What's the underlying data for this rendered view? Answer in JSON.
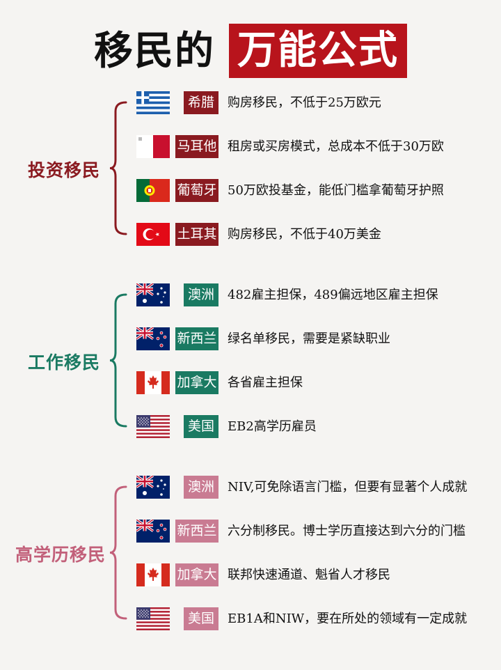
{
  "title": {
    "left": "移民的",
    "right": "万能公式"
  },
  "groups": [
    {
      "label": "投资移民",
      "color": "#8a1a20",
      "tag_color": "#8a1a20",
      "items": [
        {
          "flag": "greece-flag",
          "country": "希腊",
          "desc": "购房移民，不低于25万欧元"
        },
        {
          "flag": "malta-flag",
          "country": "马耳他",
          "desc": "租房或买房模式，总成本不低于30万欧"
        },
        {
          "flag": "portugal-flag",
          "country": "葡萄牙",
          "desc": "50万欧投基金，能低门槛拿葡萄牙护照"
        },
        {
          "flag": "turkey-flag",
          "country": "土耳其",
          "desc": "购房移民，不低于40万美金"
        }
      ]
    },
    {
      "label": "工作移民",
      "color": "#1a7a62",
      "tag_color": "#1a7a62",
      "items": [
        {
          "flag": "australia-flag",
          "country": "澳洲",
          "desc": "482雇主担保，489偏远地区雇主担保"
        },
        {
          "flag": "new-zealand-flag",
          "country": "新西兰",
          "desc": "绿名单移民，需要是紧缺职业"
        },
        {
          "flag": "canada-flag",
          "country": "加拿大",
          "desc": "各省雇主担保"
        },
        {
          "flag": "usa-flag",
          "country": "美国",
          "desc": "EB2高学历雇员"
        }
      ]
    },
    {
      "label": "高学历移民",
      "color": "#c2607a",
      "tag_color": "#c97b92",
      "items": [
        {
          "flag": "australia-flag",
          "country": "澳洲",
          "desc": "NIV,可免除语言门槛，但要有显著个人成就"
        },
        {
          "flag": "new-zealand-flag",
          "country": "新西兰",
          "desc": "六分制移民。博士学历直接达到六分的门槛"
        },
        {
          "flag": "canada-flag",
          "country": "加拿大",
          "desc": "联邦快速通道、魁省人才移民"
        },
        {
          "flag": "usa-flag",
          "country": "美国",
          "desc": "EB1A和NIW，要在所处的领域有一定成就"
        }
      ]
    }
  ]
}
